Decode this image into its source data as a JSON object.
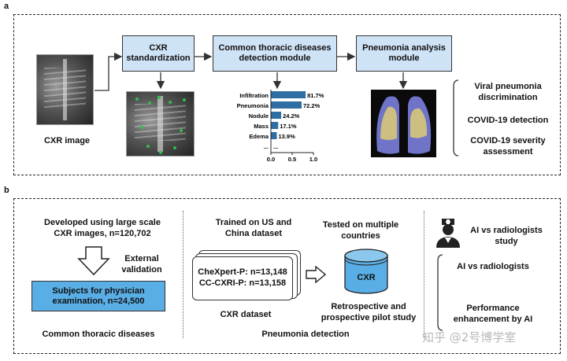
{
  "panel_a": {
    "letter": "a",
    "cxr_image_label": "CXR image",
    "box_standardization": [
      "CXR",
      "standardization"
    ],
    "box_detection": [
      "Common thoracic diseases",
      "detection module"
    ],
    "box_pneumonia": [
      "Pneumonia analysis",
      "module"
    ],
    "outcomes": [
      [
        "Viral pneumonia",
        "discrimination"
      ],
      [
        "COVID-19 detection"
      ],
      [
        "COVID-19 severity",
        "assessment"
      ]
    ]
  },
  "chart_data": {
    "type": "bar",
    "orientation": "horizontal",
    "categories": [
      "Infiltration",
      "Pneumonia",
      "Nodule",
      "Mass",
      "Edema",
      "..."
    ],
    "values": [
      0.817,
      0.722,
      0.242,
      0.171,
      0.139,
      null
    ],
    "value_labels": [
      "81.7%",
      "72.2%",
      "24.2%",
      "17.1%",
      "13.9%",
      "..."
    ],
    "xlim": [
      0,
      1.0
    ],
    "x_ticks": [
      "0.0",
      "0.5",
      "1.0"
    ],
    "bar_color": "#2e6ea2"
  },
  "panel_b": {
    "letter": "b",
    "col1": {
      "developed": [
        "Developed using large scale",
        "CXR images, n=120,702"
      ],
      "external": [
        "External",
        "validation"
      ],
      "subjects": [
        "Subjects for physician",
        "examination, n=24,500"
      ],
      "footer": "Common thoracic diseases"
    },
    "col2": {
      "trained": [
        "Trained on US and",
        "China dataset"
      ],
      "tested": [
        "Tested on multiple",
        "countries"
      ],
      "datasets": [
        "CheXpert-P: n=13,148",
        "CC-CXRI-P: n=13,158"
      ],
      "dataset_caption": "CXR dataset",
      "cylinder_label": "CXR",
      "retro": [
        "Retrospective and",
        "prospective pilot study"
      ],
      "footer": "Pneumonia detection"
    },
    "col3": {
      "study": [
        "AI vs radiologists",
        "study"
      ],
      "items": [
        [
          "AI vs radiologists"
        ],
        [
          "Performance",
          "enhancement by AI"
        ]
      ]
    },
    "watermark": "知乎 @2号博学室"
  },
  "colors": {
    "box_fill": "#cfe3f6",
    "bar": "#2e6ea2",
    "subjects_fill": "#5aaee6"
  }
}
